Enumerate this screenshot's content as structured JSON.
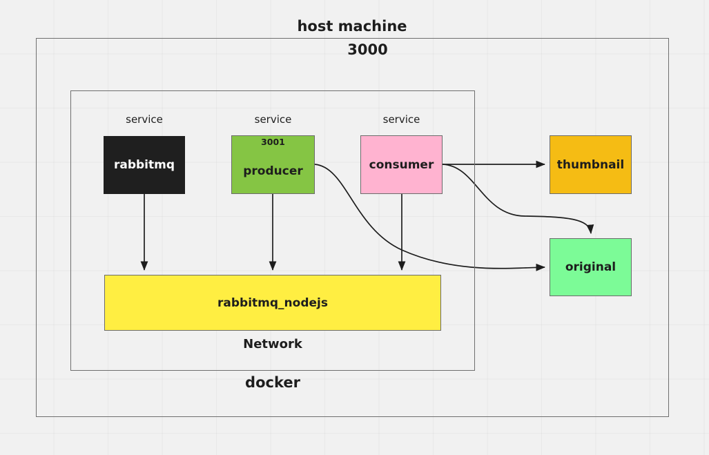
{
  "diagram": {
    "type": "architecture-diagram",
    "title": "host machine",
    "background_color": "#f1f1f1",
    "containers": {
      "host": {
        "label": "host machine",
        "port": "3000"
      },
      "docker": {
        "label": "docker"
      },
      "network_caption": "Network"
    },
    "service_captions": [
      {
        "label": "service",
        "for": "rabbitmq"
      },
      {
        "label": "service",
        "for": "producer"
      },
      {
        "label": "service",
        "for": "consumer"
      }
    ],
    "nodes": [
      {
        "id": "rabbitmq",
        "label": "rabbitmq",
        "color": "#1f1f1f",
        "text_color": "#ffffff"
      },
      {
        "id": "producer",
        "label": "producer",
        "color": "#85c544",
        "text_color": "#1d1d1d",
        "port": "3001"
      },
      {
        "id": "consumer",
        "label": "consumer",
        "color": "#ffb3d0",
        "text_color": "#1d1d1d"
      },
      {
        "id": "thumbnail",
        "label": "thumbnail",
        "color": "#f5bc14",
        "text_color": "#1d1d1d"
      },
      {
        "id": "original",
        "label": "original",
        "color": "#7cfb97",
        "text_color": "#1d1d1d"
      },
      {
        "id": "network",
        "label": "rabbitmq_nodejs",
        "color": "#ffee42",
        "text_color": "#1d1d1d"
      }
    ],
    "edges": [
      {
        "from": "rabbitmq",
        "to": "network",
        "style": "straight-down"
      },
      {
        "from": "producer",
        "to": "network",
        "style": "straight-down"
      },
      {
        "from": "consumer",
        "to": "network",
        "style": "straight-down"
      },
      {
        "from": "consumer",
        "to": "thumbnail",
        "style": "straight-right"
      },
      {
        "from": "consumer",
        "to": "original",
        "style": "curve-down-right"
      },
      {
        "from": "producer",
        "to": "original",
        "style": "curve-down-right"
      }
    ],
    "edge_color": "#1d1d1d"
  }
}
